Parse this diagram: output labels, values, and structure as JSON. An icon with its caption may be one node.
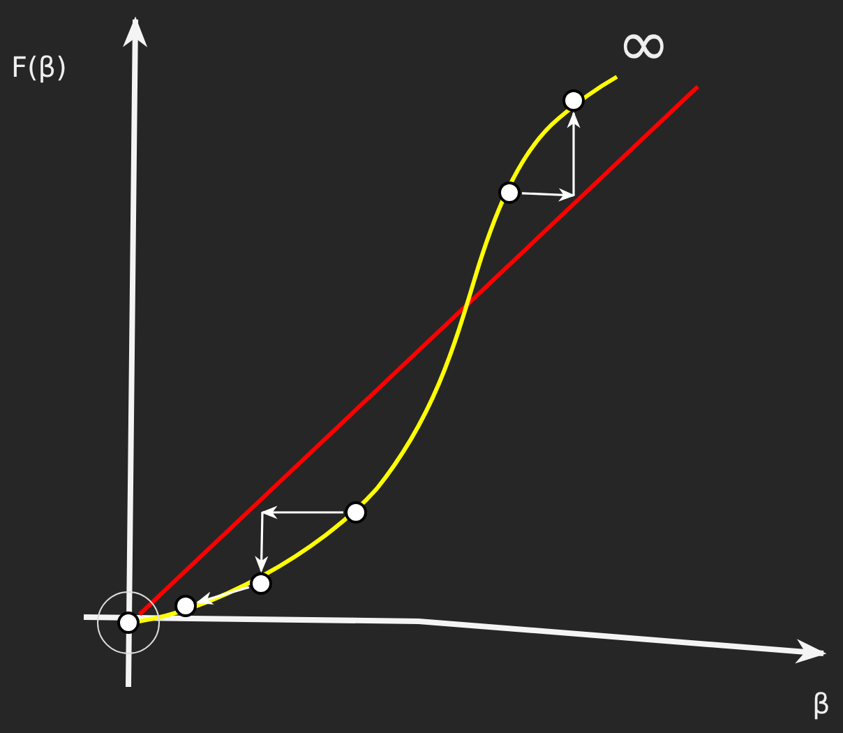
{
  "diagram": {
    "nodes": [
      {
        "text": [],
        "shape": "circle"
      },
      {
        "text": [],
        "shape": "circle"
      },
      {
        "text": [],
        "shape": "circle"
      },
      {
        "text": [],
        "shape": "circle"
      },
      {
        "text": [],
        "shape": "circle"
      },
      {
        "text": [],
        "shape": "circle"
      }
    ],
    "edges": [
      {
        "from": 3,
        "to": null,
        "arrow": "to"
      },
      {
        "from": null,
        "to": 2,
        "arrow": "to"
      },
      {
        "from": 2,
        "to": 1,
        "arrow": "to"
      },
      {
        "from": 4,
        "to": null,
        "arrow": "to"
      },
      {
        "from": null,
        "to": 5,
        "arrow": "to"
      }
    ],
    "labels": [
      "F(β)",
      "∞",
      "β"
    ]
  }
}
